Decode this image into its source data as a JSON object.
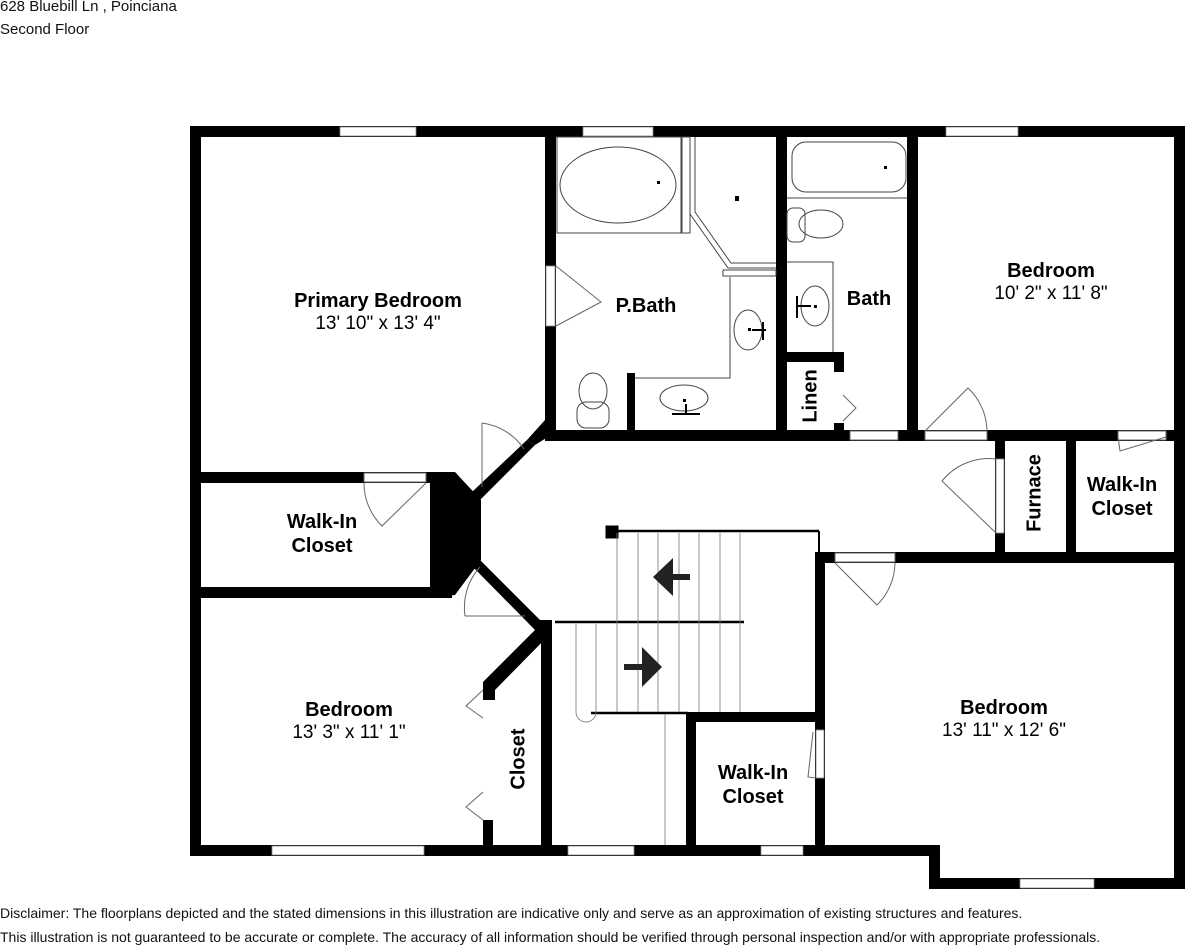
{
  "header": {
    "address": "628 Bluebill Ln , Poinciana",
    "floor": "Second Floor"
  },
  "rooms": {
    "primary_bedroom": {
      "name": "Primary Bedroom",
      "dims": "13' 10\" x 13' 4\""
    },
    "primary_bath": {
      "name": "P.Bath"
    },
    "bath": {
      "name": "Bath"
    },
    "bedroom_ne": {
      "name": "Bedroom",
      "dims": "10' 2\" x 11' 8\""
    },
    "linen": {
      "name": "Linen"
    },
    "furnace": {
      "name": "Furnace"
    },
    "walkin_ne": {
      "name": "Walk-In",
      "name2": "Closet"
    },
    "walkin_w": {
      "name": "Walk-In",
      "name2": "Closet"
    },
    "bedroom_sw": {
      "name": "Bedroom",
      "dims": "13' 3\" x 11' 1\""
    },
    "closet_sw": {
      "name": "Closet"
    },
    "walkin_s": {
      "name": "Walk-In",
      "name2": "Closet"
    },
    "bedroom_se": {
      "name": "Bedroom",
      "dims": "13' 11\" x 12' 6\""
    }
  },
  "stairs": {
    "arrows": [
      "arrow-left",
      "arrow-right"
    ]
  },
  "colors": {
    "wall": "#000000",
    "background": "#ffffff",
    "fixture_line": "#555555"
  },
  "disclaimer": {
    "line1": "Disclaimer: The floorplans depicted and the stated dimensions in this illustration are indicative only and serve as an approximation of existing structures and features.",
    "line2": "This illustration is not guaranteed to be accurate or complete. The accuracy of all information should be verified through personal inspection and/or with appropriate professionals."
  }
}
